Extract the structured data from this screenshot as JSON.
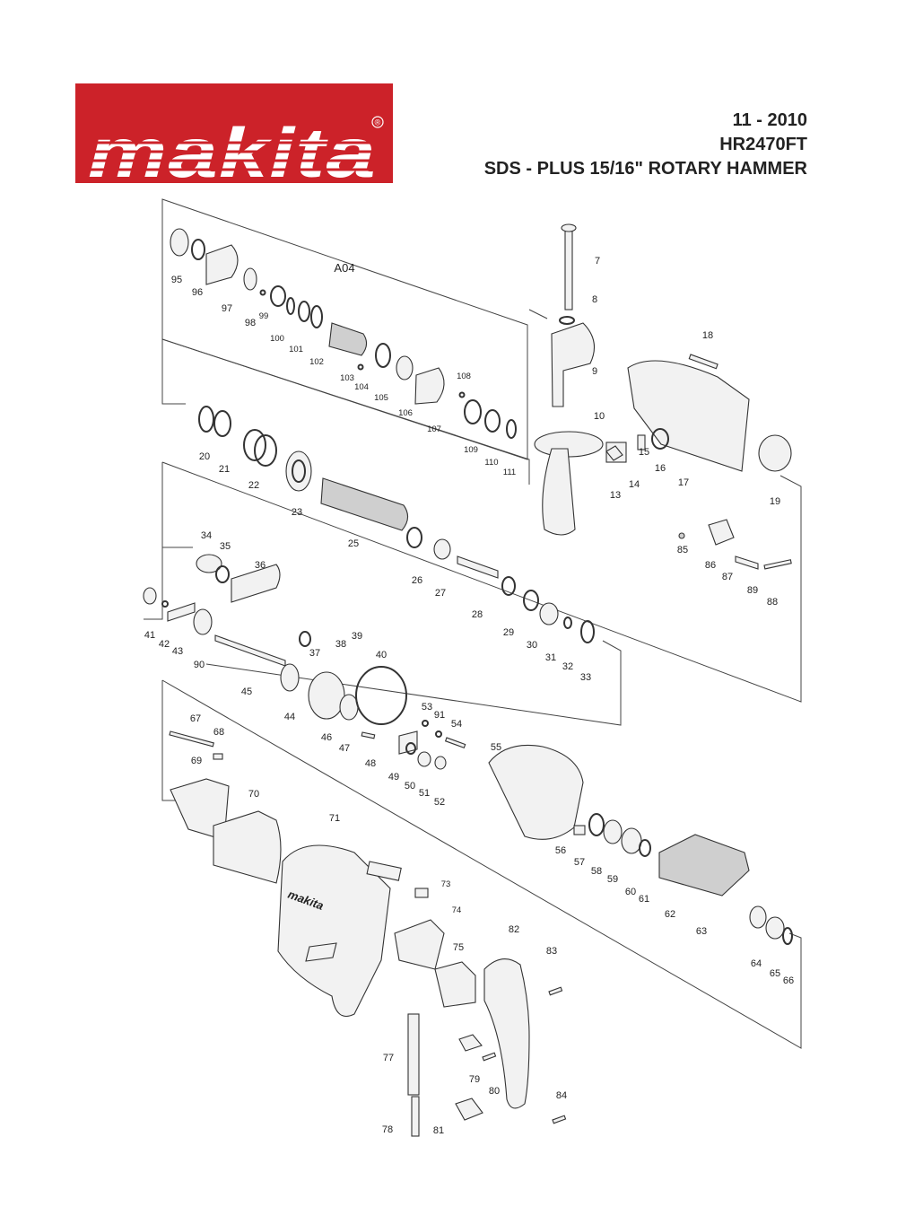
{
  "brand": {
    "name": "makita",
    "color": "#cc2229",
    "registered_mark": "®"
  },
  "header": {
    "date": "11 - 2010",
    "model": "HR2470FT",
    "description": "SDS - PLUS 15/16\" ROTARY HAMMER"
  },
  "diagram": {
    "group_label": "A04",
    "housing_logo": "makita",
    "parts": [
      "7",
      "8",
      "9",
      "10",
      "13",
      "14",
      "15",
      "16",
      "17",
      "18",
      "19",
      "20",
      "21",
      "22",
      "23",
      "25",
      "26",
      "27",
      "28",
      "29",
      "30",
      "31",
      "32",
      "33",
      "34",
      "35",
      "36",
      "37",
      "38",
      "39",
      "40",
      "41",
      "42",
      "43",
      "44",
      "45",
      "46",
      "47",
      "48",
      "49",
      "50",
      "51",
      "52",
      "53",
      "54",
      "55",
      "56",
      "57",
      "58",
      "59",
      "60",
      "61",
      "62",
      "63",
      "64",
      "65",
      "66",
      "67",
      "68",
      "69",
      "70",
      "71",
      "73",
      "74",
      "75",
      "77",
      "78",
      "79",
      "80",
      "81",
      "82",
      "83",
      "84",
      "85",
      "86",
      "87",
      "88",
      "89",
      "90",
      "91",
      "95",
      "96",
      "97",
      "98",
      "99",
      "100",
      "101",
      "102",
      "103",
      "104",
      "105",
      "106",
      "107",
      "108",
      "109",
      "110",
      "111"
    ]
  }
}
